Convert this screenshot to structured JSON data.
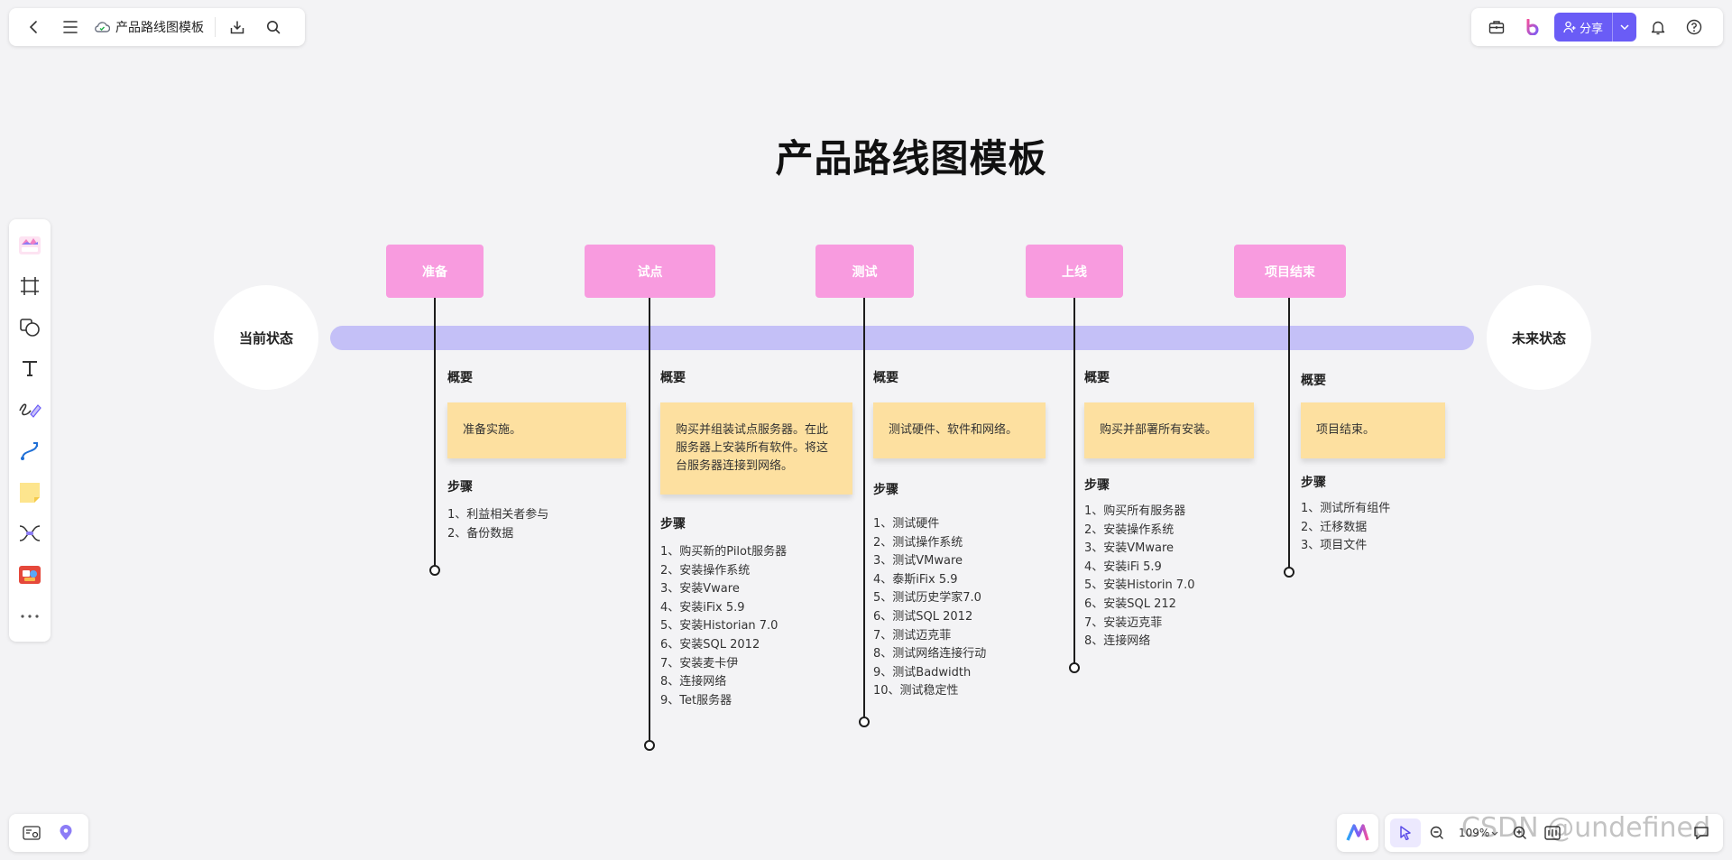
{
  "toolbar": {
    "doc_title": "产品路线图模板",
    "share_label": "分享",
    "zoom_level": "109%"
  },
  "board": {
    "title": "产品路线图模板",
    "current_state": "当前状态",
    "future_state": "未来状态",
    "overview_label": "概要",
    "steps_label": "步骤",
    "stages": [
      {
        "name": "准备",
        "overview": "准备实施。",
        "steps": [
          "1、利益相关者参与",
          "2、备份数据"
        ]
      },
      {
        "name": "试点",
        "overview": "购买并组装试点服务器。在此服务器上安装所有软件。将这台服务器连接到网络。",
        "steps": [
          "1、购买新的Pilot服务器",
          "2、安装操作系统",
          "3、安装Vware",
          "4、安装iFix 5.9",
          "5、安装Historian 7.0",
          "6、安装SQL 2012",
          "7、安装麦卡伊",
          "8、连接网络",
          "9、Tet服务器"
        ]
      },
      {
        "name": "测试",
        "overview": "测试硬件、软件和网络。",
        "steps": [
          "1、测试硬件",
          "2、测试操作系统",
          "3、测试VMware",
          "4、泰斯iFix 5.9",
          "5、测试历史学家7.0",
          "6、测试SQL 2012",
          "7、测试迈克菲",
          "8、测试网络连接行动",
          "9、测试Badwidth",
          "10、测试稳定性"
        ]
      },
      {
        "name": "上线",
        "overview": "购买并部署所有安装。",
        "steps": [
          "1、购买所有服务器",
          "2、安装操作系统",
          "3、安装VMware",
          "4、安装iFi 5.9",
          "5、安装Historin 7.0",
          "6、安装SQL 212",
          "7、安装迈克菲",
          "8、连接网络"
        ]
      },
      {
        "name": "项目结束",
        "overview": "项目结束。",
        "steps": [
          "1、测试所有组件",
          "2、迁移数据",
          "3、项目文件"
        ]
      }
    ]
  },
  "watermark": "CSDN @undefined",
  "colors": {
    "accent": "#6a5cf6",
    "stage_pink": "#f89bdf",
    "timeline": "#c4c0f7",
    "sticky": "#fde0a0"
  }
}
